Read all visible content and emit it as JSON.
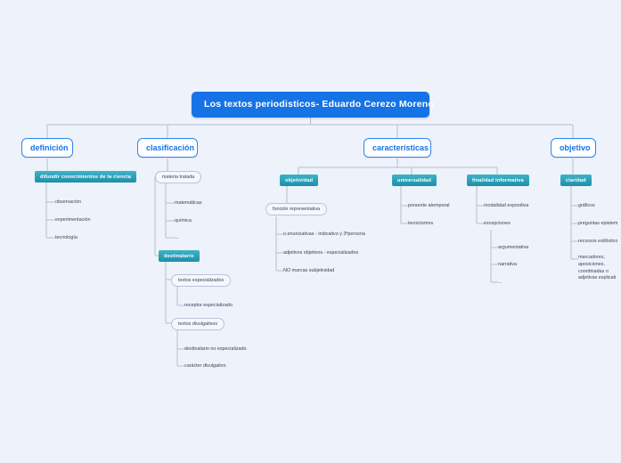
{
  "root": {
    "label": "Los textos periodisticos- Eduardo Cerezo Moreno"
  },
  "colors": {
    "background": "#eef2fb",
    "root_fill": "#1673e6",
    "root_text": "#ffffff",
    "branch_border": "#2f86f0",
    "branch_text": "#1673e6",
    "badge_fill": "#2aa0b6",
    "badge_text": "#ffffff",
    "box_border": "#b9c4d6",
    "leaf_text": "#3a4656",
    "connector": "#b6bfcd"
  },
  "branches": [
    {
      "id": "definicion",
      "label": "definición",
      "children": [
        {
          "id": "difundir-conocimientos",
          "label": "difundir conocimientos de la ciencia",
          "children": [
            {
              "id": "observacion",
              "label": "observación"
            },
            {
              "id": "experimentacion",
              "label": "experimentación"
            },
            {
              "id": "tecnologia",
              "label": "tecnología"
            }
          ]
        }
      ]
    },
    {
      "id": "clasificacion",
      "label": "clasificación",
      "children": [
        {
          "id": "materia-tratada",
          "label": "materia tratada",
          "children": [
            {
              "id": "matematicas",
              "label": "matemáticas"
            },
            {
              "id": "quimica",
              "label": "química"
            },
            {
              "id": "materia-etc",
              "label": "..."
            }
          ]
        },
        {
          "id": "destinatario",
          "label": "destinatario",
          "children": [
            {
              "id": "textos-especializados",
              "label": "textos especializados",
              "children": [
                {
                  "id": "receptor-especializado",
                  "label": "receptor especializado"
                }
              ]
            },
            {
              "id": "textos-divulgativos",
              "label": "textos divulgativos",
              "children": [
                {
                  "id": "destinatario-no-especializado",
                  "label": "destinatario no especializado"
                },
                {
                  "id": "caracter-divulgativo",
                  "label": "carácter divulgativo"
                }
              ]
            }
          ]
        }
      ]
    },
    {
      "id": "caracteristicas",
      "label": "características",
      "children": [
        {
          "id": "objetividad",
          "label": "objetividad",
          "children": [
            {
              "id": "funcion-representativa",
              "label": "función representativa",
              "children": [
                {
                  "id": "o-enunciativas",
                  "label": "o.enunciativas - indicativo y 3ªpersona"
                },
                {
                  "id": "adjetivos-objetivos",
                  "label": "adjetivos objetivos - especializados"
                },
                {
                  "id": "no-marcas-subjetividad",
                  "label": "NO marcas subjetividad"
                }
              ]
            }
          ]
        },
        {
          "id": "universalidad",
          "label": "universalidad",
          "children": [
            {
              "id": "presente-atemporal",
              "label": "presente atemporal"
            },
            {
              "id": "tecnicismos",
              "label": "tecnicismos"
            }
          ]
        },
        {
          "id": "finalidad-informativa",
          "label": "finalidad informativa",
          "children": [
            {
              "id": "modalidad-expositiva",
              "label": "modalidad expositiva"
            },
            {
              "id": "excepciones",
              "label": "excepciones",
              "children": [
                {
                  "id": "argumentativa",
                  "label": "argumentativa"
                },
                {
                  "id": "narrativa",
                  "label": "narrativa"
                },
                {
                  "id": "excepciones-etc",
                  "label": "..."
                }
              ]
            }
          ]
        }
      ]
    },
    {
      "id": "objetivo",
      "label": "objetivo",
      "children": [
        {
          "id": "claridad",
          "label": "claridad",
          "children": [
            {
              "id": "graficos",
              "label": "gráficos"
            },
            {
              "id": "preguntas-epistemicas",
              "label": "preguntas epistem"
            },
            {
              "id": "recursos-estilisticos",
              "label": "recursos estilístico"
            },
            {
              "id": "marcadores",
              "label": "marcadores, aposiciones, coordinadas o adjetivas explicati"
            }
          ]
        }
      ]
    }
  ]
}
